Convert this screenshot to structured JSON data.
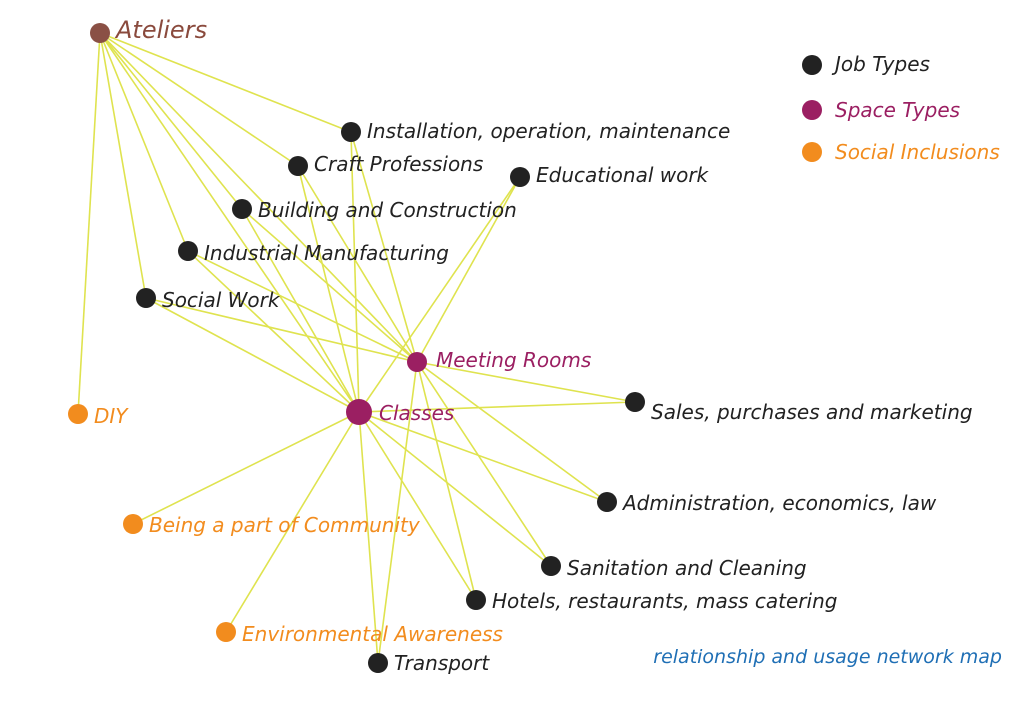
{
  "colors": {
    "edge": "#dfe34f",
    "job": "#222222",
    "space": "#9b1f62",
    "social": "#f28c1e",
    "root": "#8a5045",
    "root_text": "#8a4a3d",
    "caption": "#1f6fb5"
  },
  "root": {
    "id": "ateliers",
    "label": "Ateliers"
  },
  "legend": [
    {
      "key": "job",
      "label": "Job Types"
    },
    {
      "key": "space",
      "label": "Space Types"
    },
    {
      "key": "social",
      "label": "Social Inclusions"
    }
  ],
  "nodes": [
    {
      "id": "install",
      "label": "Installation, operation, maintenance",
      "kind": "job"
    },
    {
      "id": "craft",
      "label": "Craft Professions",
      "kind": "job"
    },
    {
      "id": "edu",
      "label": "Educational work",
      "kind": "job"
    },
    {
      "id": "building",
      "label": "Building and Construction",
      "kind": "job"
    },
    {
      "id": "industrial",
      "label": "Industrial Manufacturing",
      "kind": "job"
    },
    {
      "id": "social_work",
      "label": "Social Work",
      "kind": "job"
    },
    {
      "id": "meeting",
      "label": "Meeting Rooms",
      "kind": "space"
    },
    {
      "id": "classes",
      "label": "Classes",
      "kind": "space"
    },
    {
      "id": "diy",
      "label": "DIY",
      "kind": "social"
    },
    {
      "id": "sales",
      "label": "Sales, purchases and marketing",
      "kind": "job"
    },
    {
      "id": "admin",
      "label": "Administration, economics, law",
      "kind": "job"
    },
    {
      "id": "community",
      "label": "Being a part of Community",
      "kind": "social"
    },
    {
      "id": "sanitation",
      "label": "Sanitation and Cleaning",
      "kind": "job"
    },
    {
      "id": "hotels",
      "label": "Hotels, restaurants, mass catering",
      "kind": "job"
    },
    {
      "id": "env",
      "label": "Environmental Awareness",
      "kind": "social"
    },
    {
      "id": "transport",
      "label": "Transport",
      "kind": "job"
    }
  ],
  "edges": [
    [
      "ateliers",
      "install"
    ],
    [
      "ateliers",
      "craft"
    ],
    [
      "ateliers",
      "building"
    ],
    [
      "ateliers",
      "industrial"
    ],
    [
      "ateliers",
      "social_work"
    ],
    [
      "ateliers",
      "diy"
    ],
    [
      "ateliers",
      "meeting"
    ],
    [
      "ateliers",
      "classes"
    ],
    [
      "classes",
      "install"
    ],
    [
      "classes",
      "craft"
    ],
    [
      "classes",
      "edu"
    ],
    [
      "classes",
      "building"
    ],
    [
      "classes",
      "industrial"
    ],
    [
      "classes",
      "social_work"
    ],
    [
      "classes",
      "sales"
    ],
    [
      "classes",
      "admin"
    ],
    [
      "classes",
      "community"
    ],
    [
      "classes",
      "sanitation"
    ],
    [
      "classes",
      "hotels"
    ],
    [
      "classes",
      "env"
    ],
    [
      "classes",
      "transport"
    ],
    [
      "meeting",
      "install"
    ],
    [
      "meeting",
      "craft"
    ],
    [
      "meeting",
      "edu"
    ],
    [
      "meeting",
      "building"
    ],
    [
      "meeting",
      "industrial"
    ],
    [
      "meeting",
      "social_work"
    ],
    [
      "meeting",
      "sales"
    ],
    [
      "meeting",
      "admin"
    ],
    [
      "meeting",
      "sanitation"
    ],
    [
      "meeting",
      "hotels"
    ],
    [
      "meeting",
      "transport"
    ]
  ],
  "caption": "relationship and usage network map"
}
